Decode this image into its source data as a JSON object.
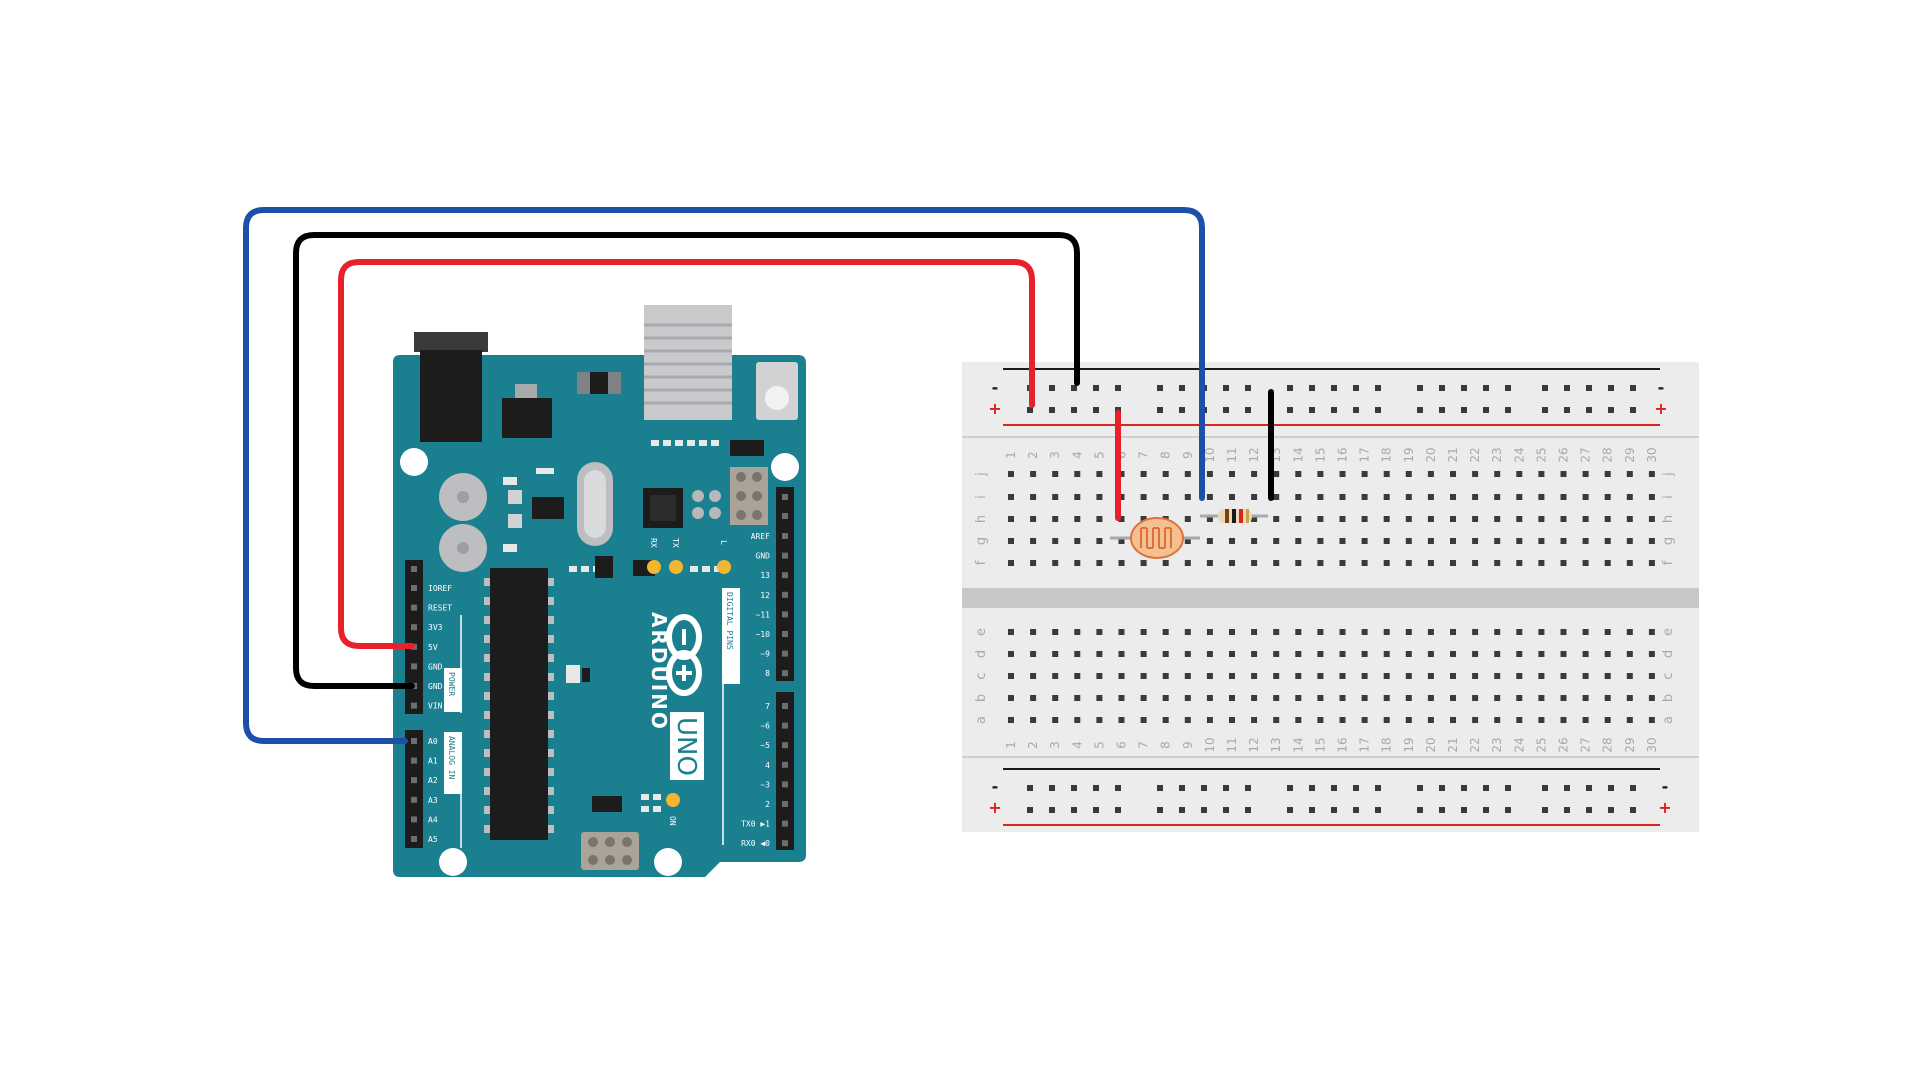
{
  "arduino": {
    "brand": "ARDUINO",
    "model": "UNO",
    "power_header": [
      "IOREF",
      "RESET",
      "3V3",
      "5V",
      "GND",
      "GND",
      "VIN"
    ],
    "power_section_label": "POWER",
    "analog_header": [
      "A0",
      "A1",
      "A2",
      "A3",
      "A4",
      "A5"
    ],
    "analog_section_label": "ANALOG IN",
    "digital_top": [
      "AREF",
      "GND",
      "13",
      "12",
      "~11",
      "~10",
      "~9",
      "8"
    ],
    "digital_bottom": [
      "7",
      "~6",
      "~5",
      "4",
      "~3",
      "2",
      "TX0 ▶1",
      "RX0 ◀0"
    ],
    "digital_section_label": "DIGITAL PINS",
    "led_labels": {
      "rx": "RX",
      "tx": "TX",
      "l": "L",
      "on": "ON"
    }
  },
  "breadboard": {
    "columns": [
      "1",
      "2",
      "3",
      "4",
      "5",
      "6",
      "7",
      "8",
      "9",
      "10",
      "11",
      "12",
      "13",
      "14",
      "15",
      "16",
      "17",
      "18",
      "19",
      "20",
      "21",
      "22",
      "23",
      "24",
      "25",
      "26",
      "27",
      "28",
      "29",
      "30"
    ],
    "rows_top": [
      "j",
      "i",
      "h",
      "g",
      "f"
    ],
    "rows_bottom": [
      "e",
      "d",
      "c",
      "b",
      "a"
    ],
    "rail_minus": "-",
    "rail_plus": "+"
  },
  "components": {
    "photoresistor": "photoresistor",
    "resistor": "resistor"
  },
  "wires": [
    {
      "from": "5V",
      "to": "+ rail",
      "color": "#e8202a"
    },
    {
      "from": "GND",
      "to": "- rail",
      "color": "#000000"
    },
    {
      "from": "A0",
      "to": "column 10",
      "color": "#1d4fa8"
    }
  ],
  "colors": {
    "board": "#1a7f8e",
    "board_dark": "#116570",
    "red_wire": "#e8202a",
    "black_wire": "#000000",
    "blue_wire": "#1d4fa8",
    "led": "#f2b632",
    "breadboard": "#ececec"
  }
}
